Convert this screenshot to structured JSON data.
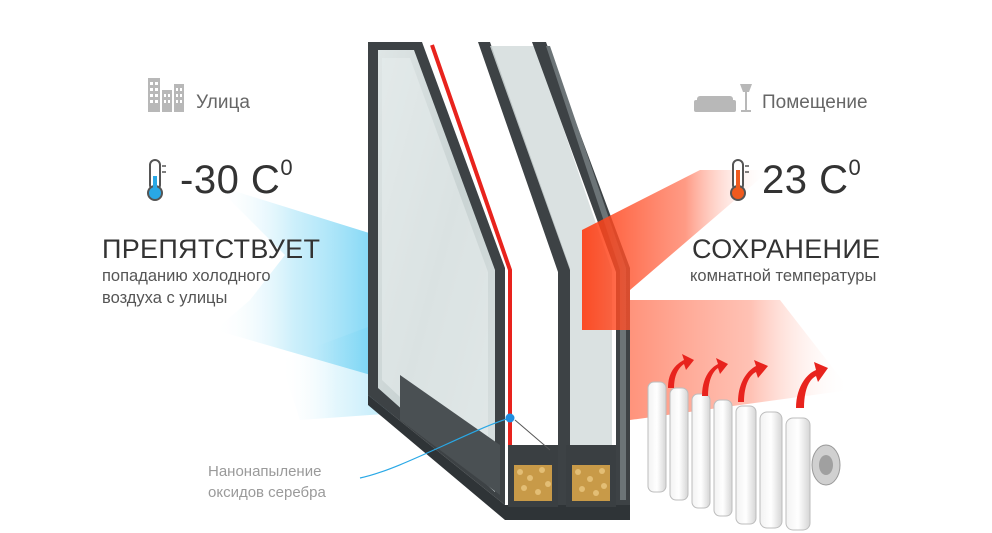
{
  "outside": {
    "icon": "building-icon",
    "label": "Улица",
    "temperature": "-30 C",
    "temperature_sup": "0",
    "headline": "ПРЕПЯТСТВУЕТ",
    "description_line1": "попаданию холодного",
    "description_line2": "воздуха с улицы",
    "color": "#39c6f0"
  },
  "inside": {
    "icon": "sofa-lamp-icon",
    "label": "Помещение",
    "temperature": "23 C",
    "temperature_sup": "0",
    "headline": "СОХРАНЕНИЕ",
    "description": "комнатной температуры",
    "color": "#f04a1e"
  },
  "coating": {
    "line1": "Нанонапыление",
    "line2": "оксидов серебра",
    "color": "#e8231d"
  }
}
